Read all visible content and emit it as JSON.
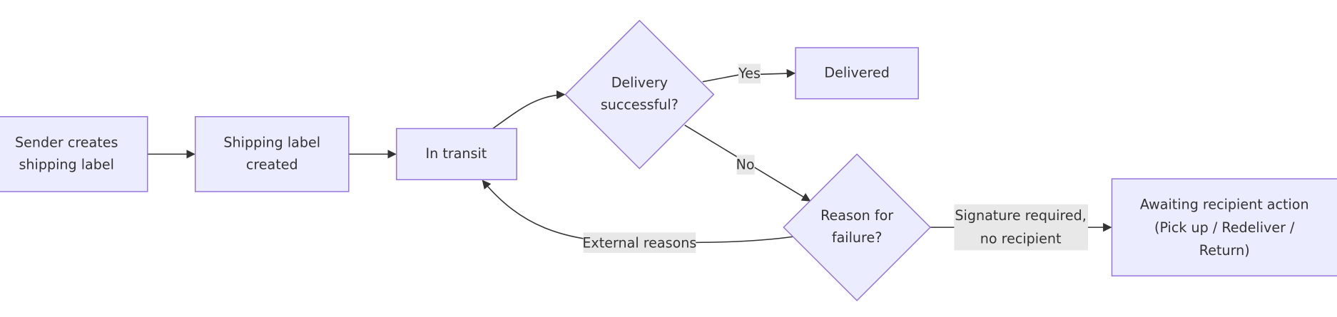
{
  "diagram": {
    "type": "flowchart",
    "colors": {
      "node_fill": "#ECECFF",
      "node_stroke": "#9370DB",
      "edge": "#333333",
      "label_bg": "#e8e8e8"
    },
    "nodes": {
      "sender": {
        "lines": [
          "Sender creates",
          "shipping label"
        ]
      },
      "label_created": {
        "lines": [
          "Shipping label",
          "created"
        ]
      },
      "in_transit": {
        "lines": [
          "In transit"
        ]
      },
      "delivery_ok": {
        "lines": [
          "Delivery",
          "successful?"
        ]
      },
      "delivered": {
        "lines": [
          "Delivered"
        ]
      },
      "reason": {
        "lines": [
          "Reason for",
          "failure?"
        ]
      },
      "awaiting": {
        "lines": [
          "Awaiting recipient action",
          "(Pick up / Redeliver /",
          "Return)"
        ]
      }
    },
    "edges": {
      "yes": "Yes",
      "no": "No",
      "external": "External reasons",
      "signature": [
        "Signature required,",
        "no recipient"
      ]
    }
  }
}
